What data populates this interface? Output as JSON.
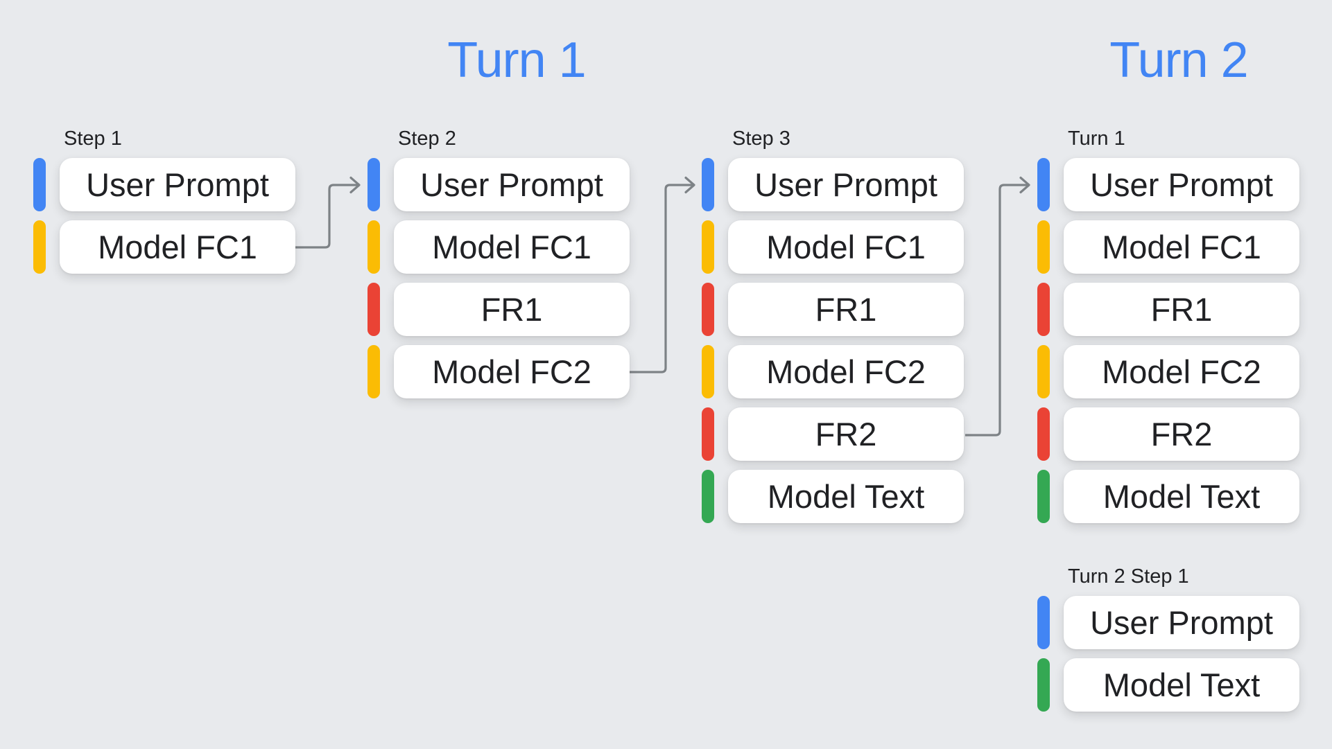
{
  "background": "#E8EAED",
  "colors": {
    "user_prompt": "#4285F4",
    "model_function_call": "#FBBC04",
    "function_response": "#EA4335",
    "model_text": "#34A853",
    "arrow": "#7D8286",
    "title": "#4285F4",
    "text": "#202124"
  },
  "titles": {
    "turn1": "Turn 1",
    "turn2": "Turn 2"
  },
  "columns": [
    {
      "label": "Step 1",
      "items": [
        {
          "text": "User Prompt",
          "type": "user_prompt"
        },
        {
          "text": "Model FC1",
          "type": "model_function_call"
        }
      ]
    },
    {
      "label": "Step 2",
      "items": [
        {
          "text": "User Prompt",
          "type": "user_prompt"
        },
        {
          "text": "Model FC1",
          "type": "model_function_call"
        },
        {
          "text": "FR1",
          "type": "function_response"
        },
        {
          "text": "Model FC2",
          "type": "model_function_call"
        }
      ]
    },
    {
      "label": "Step 3",
      "items": [
        {
          "text": "User Prompt",
          "type": "user_prompt"
        },
        {
          "text": "Model FC1",
          "type": "model_function_call"
        },
        {
          "text": "FR1",
          "type": "function_response"
        },
        {
          "text": "Model FC2",
          "type": "model_function_call"
        },
        {
          "text": "FR2",
          "type": "function_response"
        },
        {
          "text": "Model Text",
          "type": "model_text"
        }
      ]
    },
    {
      "label": "Turn 1",
      "items": [
        {
          "text": "User Prompt",
          "type": "user_prompt"
        },
        {
          "text": "Model FC1",
          "type": "model_function_call"
        },
        {
          "text": "FR1",
          "type": "function_response"
        },
        {
          "text": "Model FC2",
          "type": "model_function_call"
        },
        {
          "text": "FR2",
          "type": "function_response"
        },
        {
          "text": "Model Text",
          "type": "model_text"
        }
      ]
    }
  ],
  "turn2_section": {
    "label": "Turn 2 Step 1",
    "items": [
      {
        "text": "User Prompt",
        "type": "user_prompt"
      },
      {
        "text": "Model Text",
        "type": "model_text"
      }
    ]
  },
  "arrows": [
    {
      "from": "Step 1 / Model FC1",
      "to": "Step 2 / User Prompt"
    },
    {
      "from": "Step 2 / Model FC2",
      "to": "Step 3 / User Prompt"
    },
    {
      "from": "Step 3 / FR2",
      "to": "Turn 1 / User Prompt"
    }
  ]
}
